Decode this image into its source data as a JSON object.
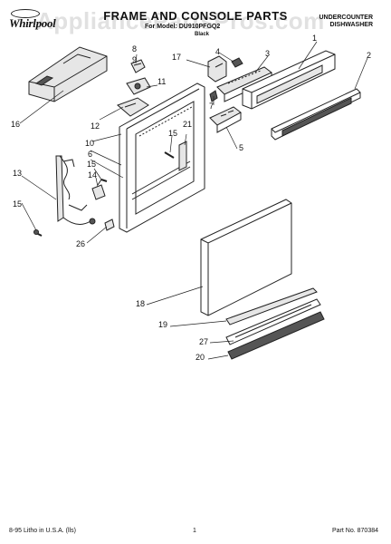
{
  "watermark": "AppliancePartsPros.com",
  "header": {
    "brand": "Whirlpool",
    "title": "FRAME AND CONSOLE PARTS",
    "model": "For Model: DU910PFGQ2",
    "color": "Black",
    "product": [
      "UNDERCOUNTER",
      "DISHWASHER"
    ]
  },
  "callouts": [
    "1",
    "2",
    "3",
    "4",
    "5",
    "6",
    "7",
    "8",
    "9",
    "10",
    "11",
    "12",
    "13",
    "14",
    "15",
    "15",
    "15",
    "16",
    "17",
    "18",
    "19",
    "20",
    "21",
    "26",
    "27"
  ],
  "footer": {
    "litho": "8-95 Litho in U.S.A. (lls)",
    "page": "1",
    "part_no": "Part No. 870384"
  },
  "colors": {
    "ink": "#222222",
    "fill": "#e6e6e6",
    "dark": "#555555"
  }
}
